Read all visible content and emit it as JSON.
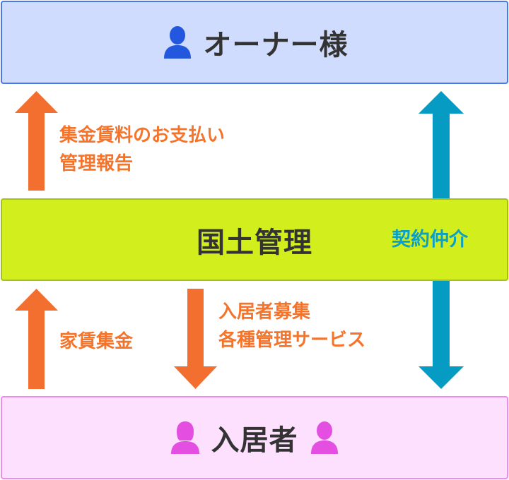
{
  "owner": {
    "label": "オーナー様"
  },
  "company": {
    "label": "国土管理"
  },
  "tenant": {
    "label": "入居者"
  },
  "flows": {
    "owner_services": [
      "集金賃料のお支払い",
      "管理報告"
    ],
    "tenant_payment": "家賃集金",
    "company_services": [
      "入居者募集",
      "各種管理サービス"
    ],
    "mediation": "契約仲介"
  },
  "colors": {
    "owner_fill": "#cfdcfd",
    "company_fill": "#d3ee1d",
    "tenant_fill": "#fde0fd",
    "orange_arrow": "#f26f2f",
    "teal_arrow": "#069bc2",
    "owner_icon": "#2257de",
    "tenant_icon": "#e44fe2"
  }
}
